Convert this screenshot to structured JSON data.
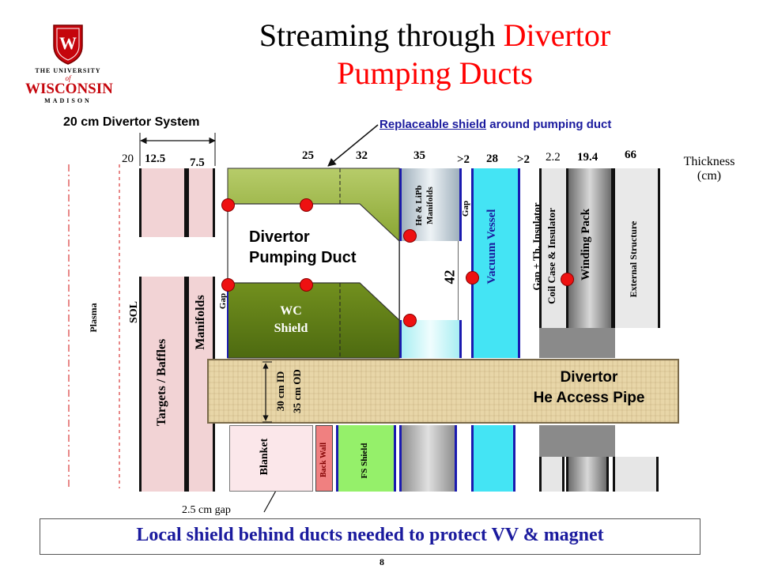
{
  "title": {
    "line1_black": "Streaming through ",
    "line1_red": "Divertor",
    "line2_red": "Pumping Ducts"
  },
  "logo": {
    "the_university_of": "THE UNIVERSITY",
    "of": "of",
    "wisconsin": "WISCONSIN",
    "madison": "MADISON",
    "crest_letter": "W"
  },
  "system_label": "20 cm Divertor System",
  "replaceable": {
    "underlined": "Replaceable shield",
    "rest": " around pumping duct"
  },
  "thickness_label": [
    "Thickness",
    "(cm)"
  ],
  "dims": {
    "d20": "20",
    "d12_5": "12.5",
    "d7_5": "7.5",
    "d25": "25",
    "d32": "32",
    "d35": "35",
    "gt2a": ">2",
    "d28": "28",
    "gt2b": ">2",
    "d2_2": "2.2",
    "d19_4": "19.4",
    "d66": "66",
    "d42": "42"
  },
  "layers": {
    "plasma": "Plasma",
    "sol": "SOL",
    "targets": "Targets / Baffles",
    "manifolds": "Manifolds",
    "gap1": "Gap",
    "wc_shield": [
      "WC",
      "Shield"
    ],
    "he_lipb": [
      "He & LiPb",
      "Manifolds"
    ],
    "gap2": "Gap",
    "vacuum_vessel": "Vacuum Vessel",
    "gap_insulator": "Gap + Th. Insulator",
    "coil_case": "Coil Case & Insulator",
    "winding_pack": "Winding Pack",
    "external": "External Structure",
    "blanket": "Blanket",
    "back_wall": "Back Wall",
    "fs_shield": "FS Shield"
  },
  "pumping_duct": [
    "Divertor",
    "Pumping Duct"
  ],
  "pipe": {
    "label": [
      "Divertor",
      "He Access Pipe"
    ],
    "id": "30 cm ID",
    "od": "35 cm OD"
  },
  "gap_note": "2.5 cm gap",
  "conclusion": "Local shield behind ducts needed to protect VV & magnet",
  "page_number": "8",
  "colors": {
    "title_red": "#ff0000",
    "navy": "#1b1b9e",
    "wc_green": "#6a8c1a",
    "pipe_beige": "#e8d6a8",
    "dot_red": "#ee1111"
  }
}
